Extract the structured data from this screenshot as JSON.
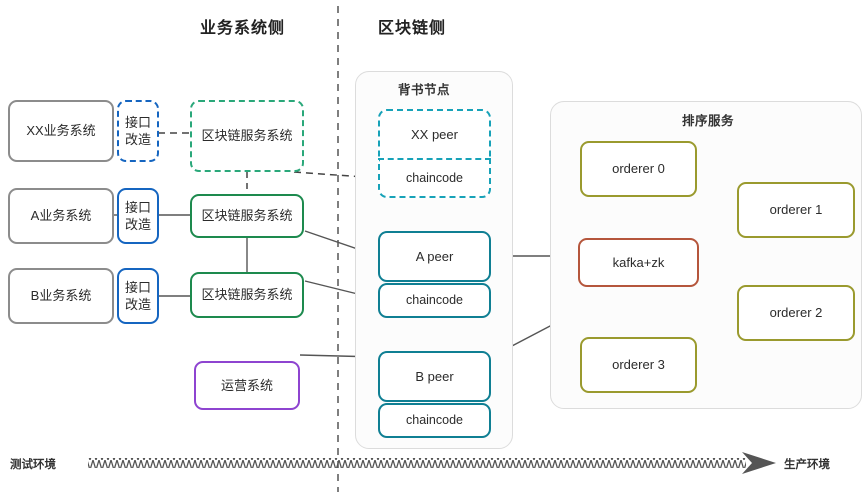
{
  "diagram": {
    "title_business_side": "业务系统侧",
    "title_blockchain_side": "区块链侧"
  },
  "business_side": {
    "systems": [
      {
        "label": "XX业务系统",
        "style": "solid-gray"
      },
      {
        "label": "A业务系统",
        "style": "solid-gray"
      },
      {
        "label": "B业务系统",
        "style": "solid-gray"
      }
    ],
    "adapters": [
      {
        "line1": "接口",
        "line2": "改造",
        "style": "dashed-blue"
      },
      {
        "line1": "接口",
        "line2": "改造",
        "style": "solid-blue"
      },
      {
        "line1": "接口",
        "line2": "改造",
        "style": "solid-blue"
      }
    ],
    "services": [
      {
        "label": "区块链服务系统",
        "style": "dashed-green"
      },
      {
        "label": "区块链服务系统",
        "style": "solid-green"
      },
      {
        "label": "区块链服务系统",
        "style": "solid-green"
      }
    ],
    "ops_system": {
      "label": "运营系统",
      "style": "solid-purple"
    }
  },
  "endorsing_node": {
    "panel_title": "背书节点",
    "peers": [
      {
        "peer": "XX peer",
        "chaincode": "chaincode",
        "style": "dashed-teal"
      },
      {
        "peer": "A peer",
        "chaincode": "chaincode",
        "style": "solid-teal"
      },
      {
        "peer": "B peer",
        "chaincode": "chaincode",
        "style": "solid-teal"
      }
    ]
  },
  "ordering_service": {
    "panel_title": "排序服务",
    "broker": {
      "label": "kafka+zk",
      "style": "solid-rust"
    },
    "orderers": [
      {
        "label": "orderer 0",
        "style": "solid-olive"
      },
      {
        "label": "orderer 1",
        "style": "solid-olive"
      },
      {
        "label": "orderer 2",
        "style": "solid-olive"
      },
      {
        "label": "orderer 3",
        "style": "solid-olive"
      }
    ]
  },
  "environment_axis": {
    "left_label": "测试环境",
    "right_label": "生产环境"
  },
  "colors": {
    "gray": "#8c8c8c",
    "blue": "#1565c0",
    "green": "#1d8a4e",
    "green_dashed": "#2aa87a",
    "teal": "#0f7f93",
    "teal_dashed": "#17a2b8",
    "purple": "#8e44d0",
    "olive": "#9a9a2e",
    "rust": "#b5563c",
    "line": "#555555",
    "panel_border": "#dcdcdc"
  }
}
